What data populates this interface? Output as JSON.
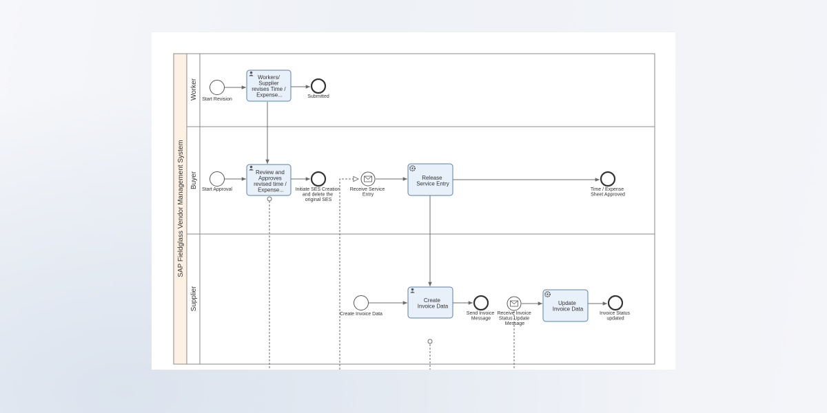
{
  "pool": {
    "name": "SAP Fieldglass Vendor Management System",
    "header_color": "#fdf1e3"
  },
  "lanes": {
    "worker": "Worker",
    "buyer": "Buyer",
    "supplier": "Supplier"
  },
  "colors": {
    "task_fill": "#e8f0fa",
    "task_border": "#5a7fa8",
    "line": "#6b6b6b"
  },
  "worker": {
    "start": "Start Revision",
    "task": [
      "Workers/",
      "Supplier",
      "revises Time /",
      "Expense..."
    ],
    "end": "Submitted"
  },
  "buyer": {
    "start": "Start Approval",
    "task": [
      "Review and",
      "Approves",
      "revised time /",
      "Expense..."
    ],
    "end_initiate": [
      "Initiate SES Creation",
      "and delete the",
      "original SES"
    ],
    "receive": [
      "Receive Service",
      "Entry"
    ],
    "release_task": [
      "Release",
      "Service Entry"
    ],
    "end_approved": [
      "Time / Expense",
      "Sheet Approved"
    ]
  },
  "supplier": {
    "start": "Create Invoice Data",
    "create_task": [
      "Create",
      "Invoice Data"
    ],
    "send": [
      "Send Invoice",
      "Message"
    ],
    "receive": [
      "Receive Invoice",
      "Status Update",
      "Message"
    ],
    "update_task": [
      "Update",
      "Invoice Data"
    ],
    "end": [
      "Invoice Status",
      "updated"
    ]
  }
}
